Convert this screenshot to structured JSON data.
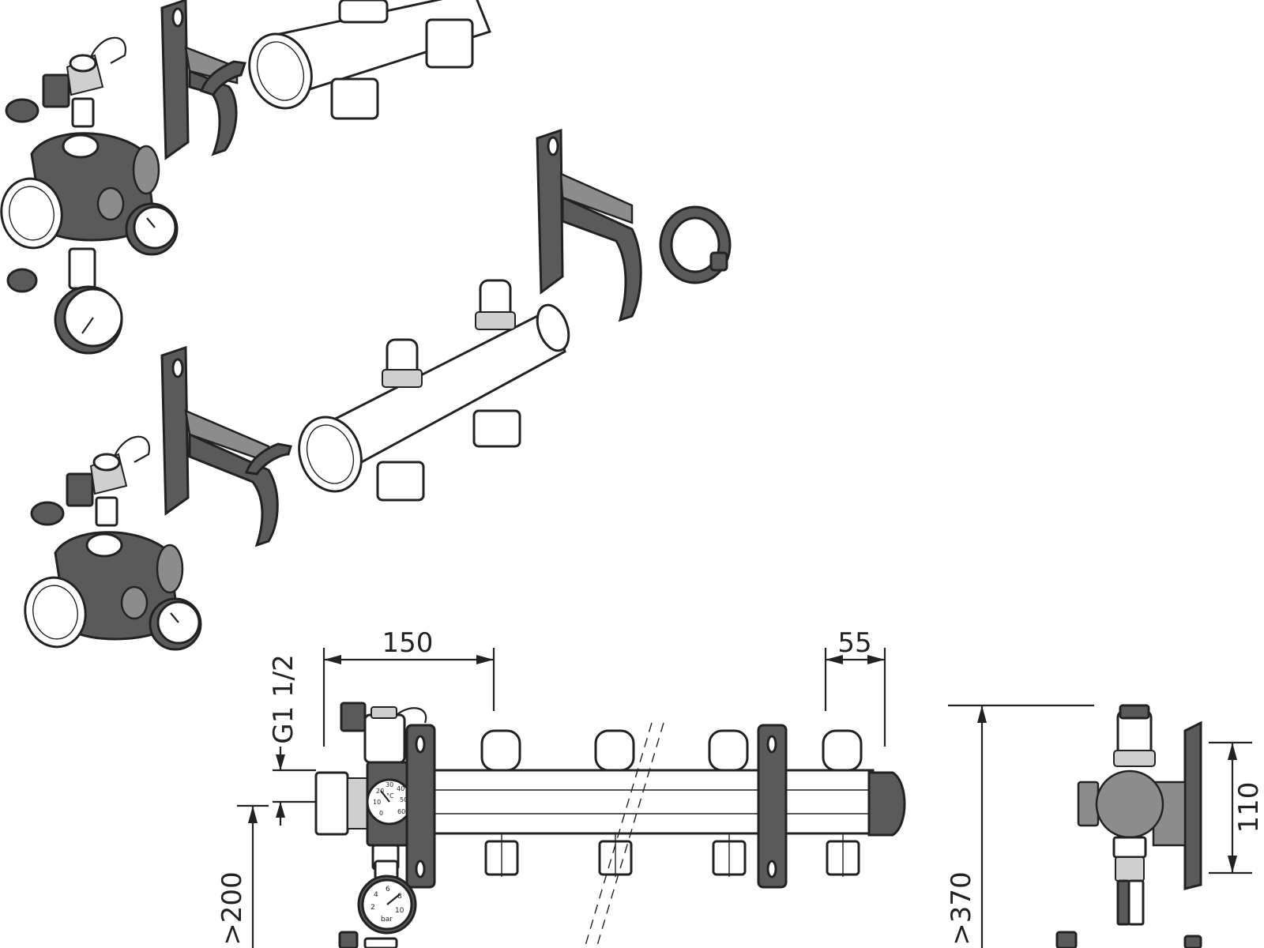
{
  "dimensions": {
    "spacing_top": "150",
    "end_offset": "55",
    "thread_size": "G1 1/2",
    "bracket_height": "110",
    "min_clearance_left": ">200",
    "min_clearance_right": ">370"
  },
  "gauges": {
    "thermometer_scale": [
      "0",
      "10",
      "20",
      "30",
      "40",
      "50",
      "60"
    ],
    "thermometer_unit": "°C",
    "pressure_scale": [
      "2",
      "4",
      "6",
      "8",
      "10"
    ],
    "pressure_unit": "bar"
  },
  "colors": {
    "line": "#222222",
    "dark_part": "#5a5a5a",
    "mid_part": "#8c8c8c",
    "light_part": "#cfcfcf"
  }
}
